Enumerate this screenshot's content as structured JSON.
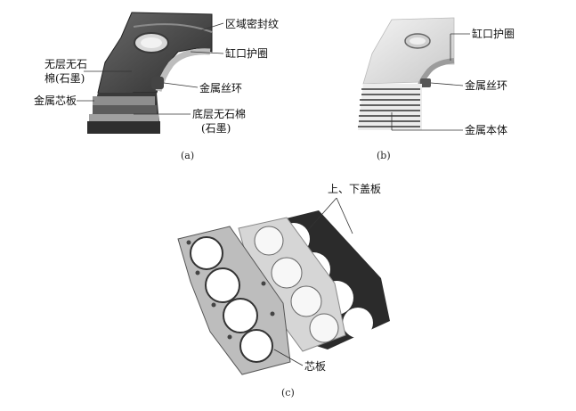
{
  "figure": {
    "panel_a": {
      "caption": "(a)",
      "labels": {
        "region_seal": "区域密封纹",
        "bore_ring": "缸口护圈",
        "no_layer_asbestos_1": "无层无石",
        "no_layer_asbestos_2": "棉(石墨)",
        "metal_wire_ring": "金属丝环",
        "metal_core": "金属芯板",
        "bottom_asbestos_1": "底层无石棉",
        "bottom_asbestos_2": "(石墨)"
      }
    },
    "panel_b": {
      "caption": "(b)",
      "labels": {
        "bore_ring": "缸口护圈",
        "metal_wire_ring": "金属丝环",
        "metal_body": "金属本体"
      }
    },
    "panel_c": {
      "caption": "(c)",
      "labels": {
        "cover_plates": "上、下盖板",
        "core_plate": "芯板"
      }
    }
  }
}
